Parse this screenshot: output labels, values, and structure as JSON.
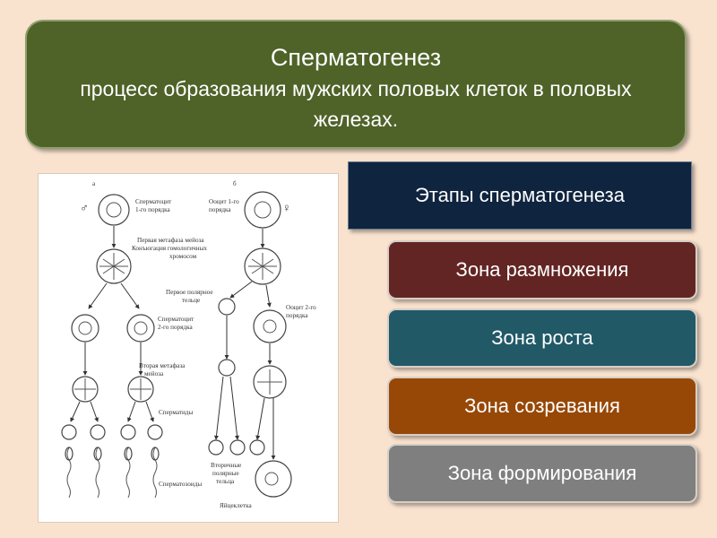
{
  "title": {
    "main": "Сперматогенез",
    "sub": "процесс образования мужских половых клеток в половых железах."
  },
  "figure": {
    "panel_a": "а",
    "panel_b": "б",
    "male_symbol": "♂",
    "female_symbol": "♀",
    "labels": {
      "spermatocyte1_l1": "Сперматоцит",
      "spermatocyte1_l2": "1-го порядка",
      "oocyte1_l1": "Ооцит 1-го",
      "oocyte1_l2": "порядка",
      "metaphase1_l1": "Первая метафаза мейоза",
      "metaphase1_l2": "Конъюгация гомологичных",
      "metaphase1_l3": "хромосом",
      "polar1_l1": "Первое полярное",
      "polar1_l2": "тельце",
      "oocyte2_l1": "Ооцит 2-го",
      "oocyte2_l2": "порядка",
      "spermatocyte2_l1": "Сперматоцит",
      "spermatocyte2_l2": "2-го порядка",
      "metaphase2_l1": "Вторая метафаза",
      "metaphase2_l2": "мейоза",
      "spermatids": "Сперматиды",
      "spermatozoa": "Сперматозоиды",
      "polar2_l1": "Вторичные",
      "polar2_l2": "полярные",
      "polar2_l3": "тельца",
      "egg": "Яйцеклетка"
    }
  },
  "stages": {
    "heading": "Этапы сперматогенеза",
    "zones": [
      "Зона размножения",
      "Зона роста",
      "Зона созревания",
      "Зона формирования"
    ]
  },
  "colors": {
    "background": "#f9e3cf",
    "title_box": "#4f6228",
    "stages_heading": "#0f243e",
    "zone_reproduction": "#632523",
    "zone_growth": "#215967",
    "zone_maturation": "#974806",
    "zone_formation": "#7f7f7f"
  }
}
